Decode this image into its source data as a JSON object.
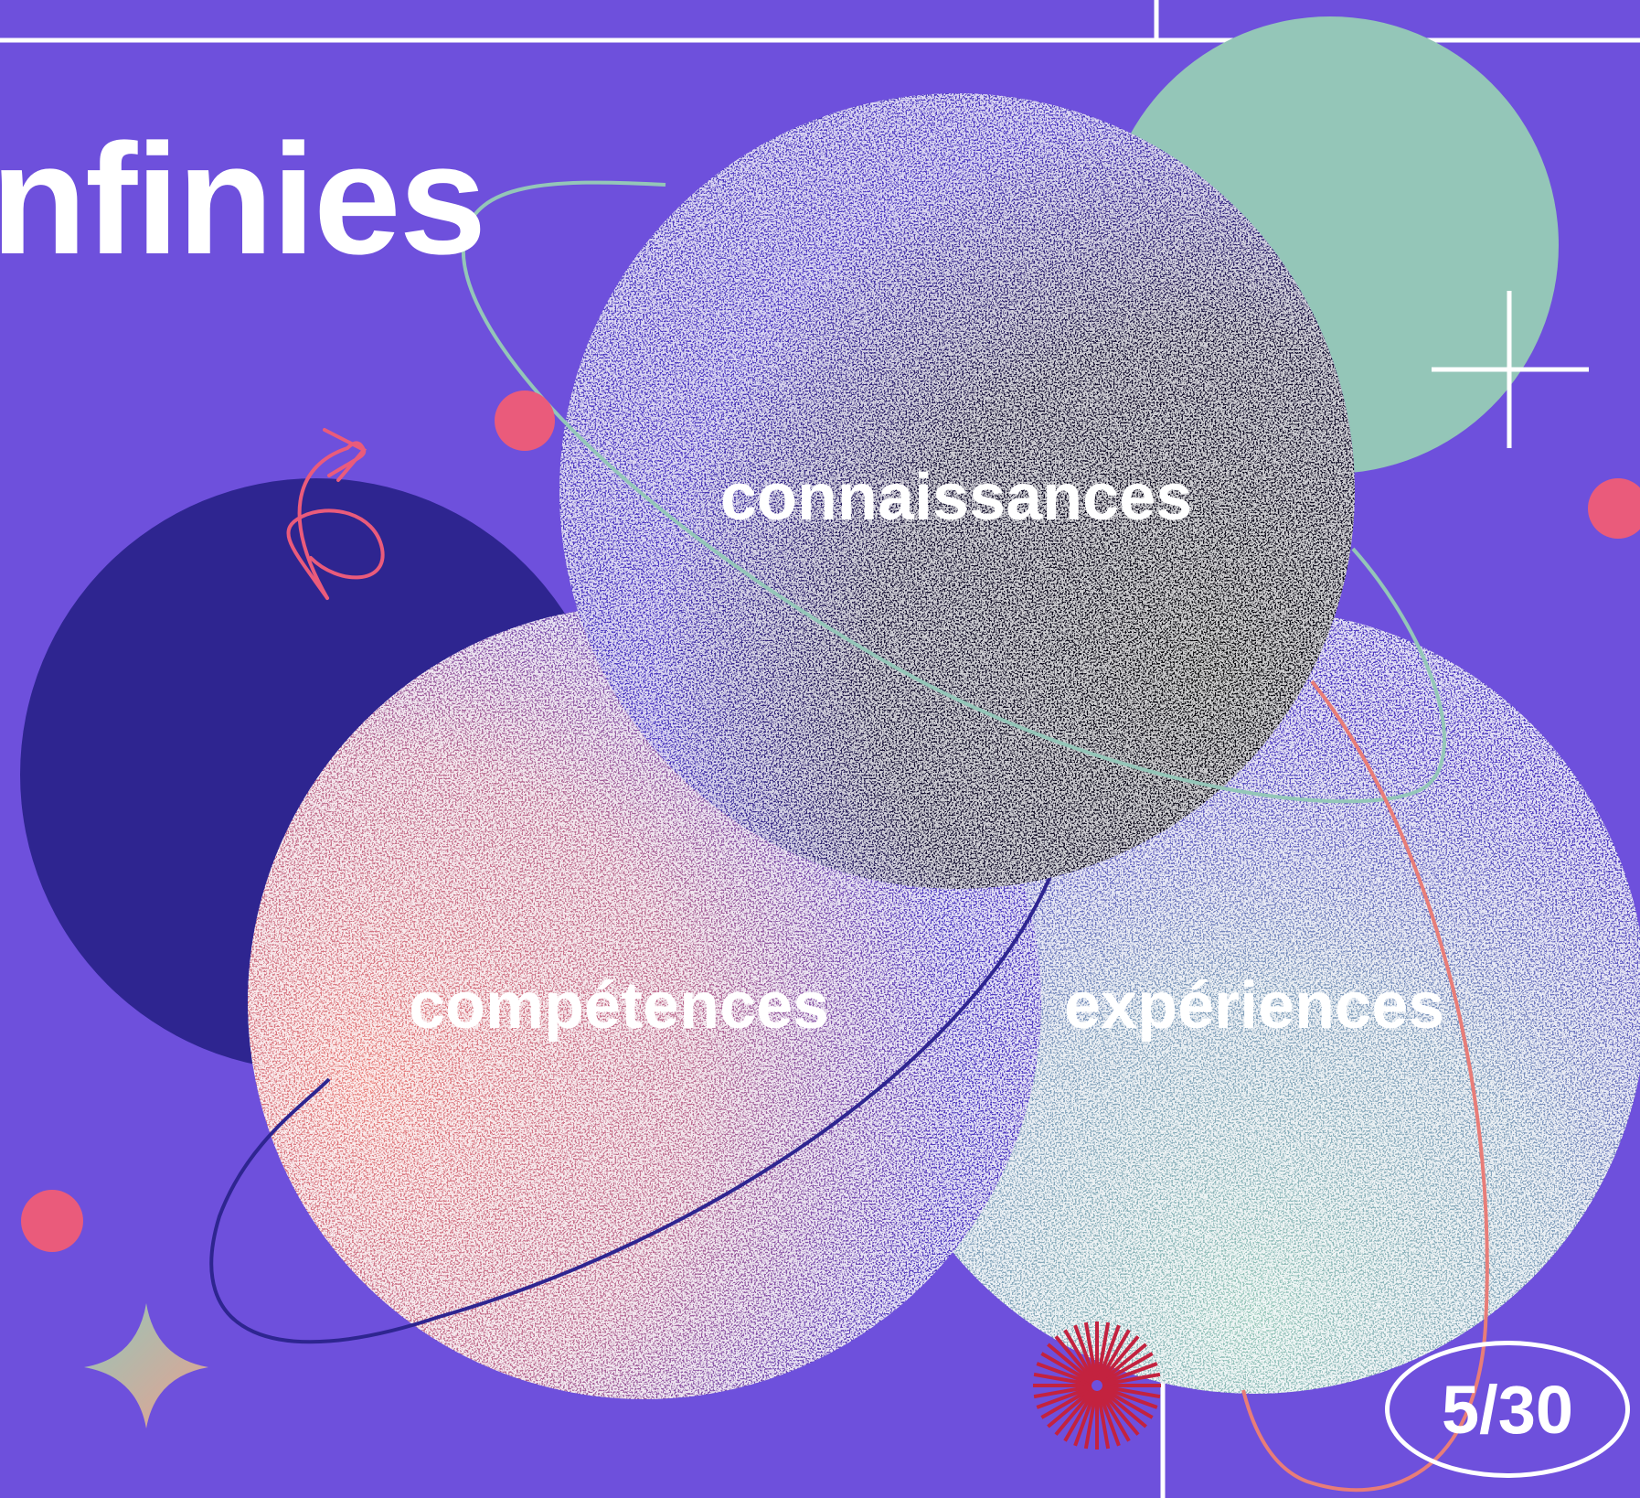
{
  "slide": {
    "title_fragment": "nfinies",
    "circles": [
      {
        "label": "connaissances"
      },
      {
        "label": "compétences"
      },
      {
        "label": "expériences"
      }
    ],
    "page_counter": "5/30"
  },
  "colors": {
    "background": "#6e50dc",
    "main_circle": "#4a36bf",
    "dark_circle": "#2e2590",
    "mint": "#94c6b8",
    "coral": "#ea5b7b",
    "salmon": "#e87d78",
    "starburst": "#c3223f",
    "white": "#ffffff"
  },
  "icons": [
    "arrow-squiggle-icon",
    "sparkle-star-icon",
    "plus-cross-icon",
    "starburst-icon"
  ]
}
